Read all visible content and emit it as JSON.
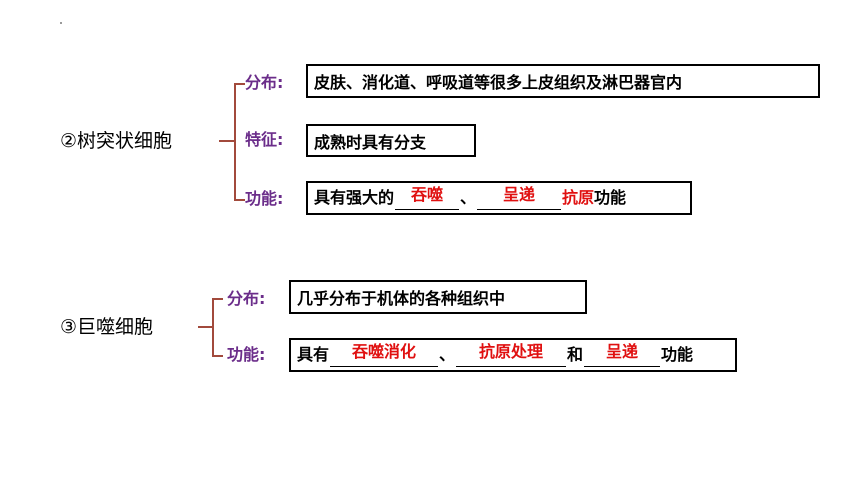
{
  "colors": {
    "label": "#6b2d8a",
    "bracket": "#a24a3c",
    "answer": "#e01010"
  },
  "section2": {
    "title": "②树突状细胞",
    "distribution": {
      "label": "分布:",
      "text": "皮肤、消化道、呼吸道等很多上皮组织及淋巴器官内"
    },
    "feature": {
      "label": "特征:",
      "text": "成熟时具有分支"
    },
    "function": {
      "label": "功能:",
      "prefix": "具有强大的",
      "blank1": "吞噬",
      "sep": "、",
      "blank2": "呈递",
      "suffix_answer": "抗原",
      "suffix": "功能"
    }
  },
  "section3": {
    "title": "③巨噬细胞",
    "distribution": {
      "label": "分布:",
      "text": "几乎分布于机体的各种组织中"
    },
    "function": {
      "label": "功能:",
      "prefix": "具有",
      "blank1": "吞噬消化",
      "sep": "、",
      "blank2": "抗原处理",
      "conj": "和",
      "blank3": "呈递",
      "suffix": "功能"
    }
  }
}
